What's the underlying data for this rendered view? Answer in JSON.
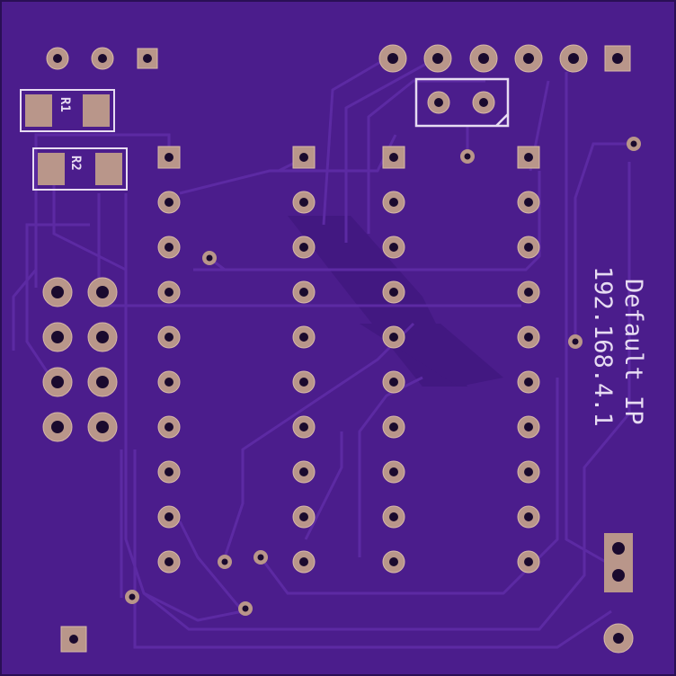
{
  "board": {
    "colors": {
      "substrate": "#4b1d8c",
      "copper": "#3b1478",
      "trace": "#5c2aa3",
      "pad": "#b9968a",
      "pad_edge": "#d8b9a8",
      "drill": "#1a0a2e",
      "silkscreen": "#e7dcf2"
    }
  },
  "labels": {
    "r1": "R1",
    "r2": "R2",
    "ip_title": "Default IP",
    "ip_value": "192.168.4.1"
  }
}
